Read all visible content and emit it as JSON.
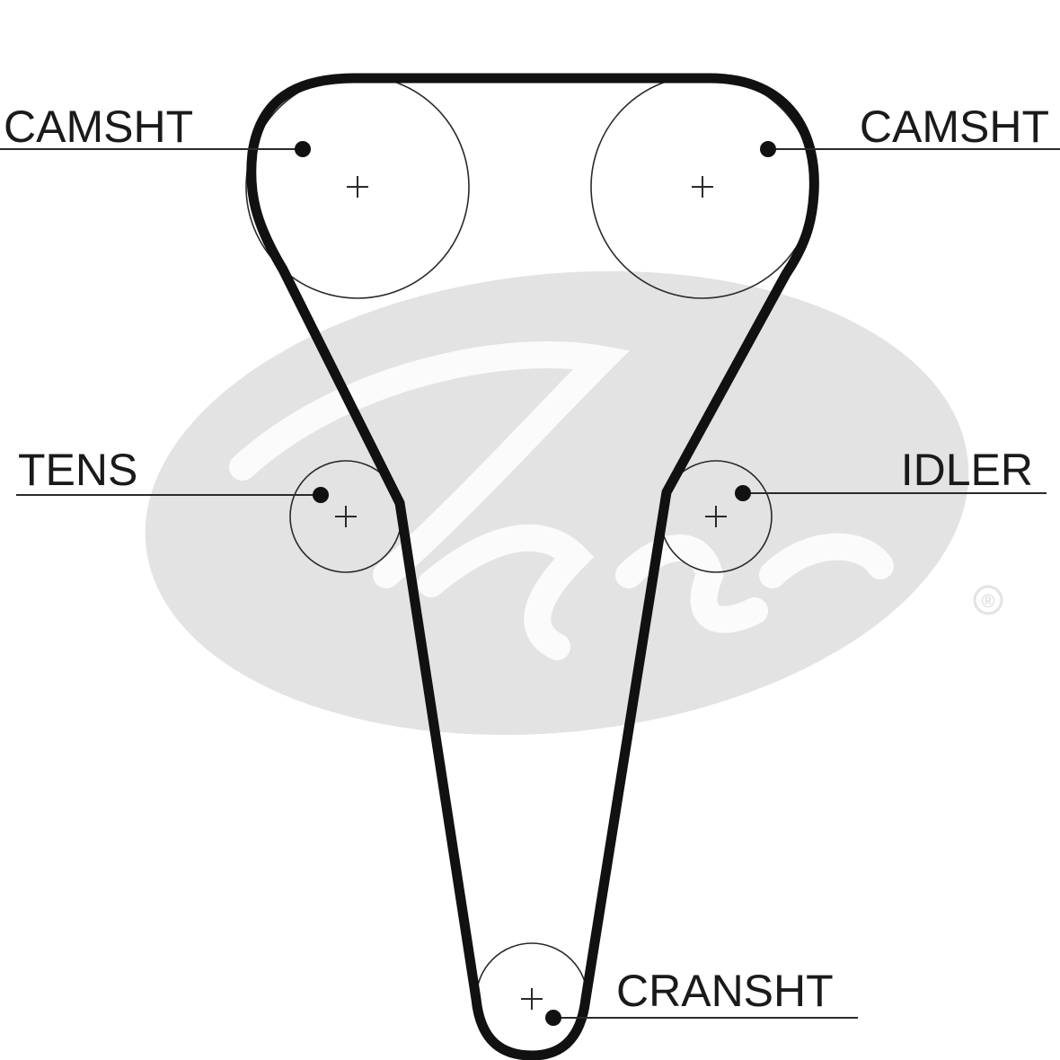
{
  "labels": {
    "camshaft_left": "CAMSHT",
    "camshaft_right": "CAMSHT",
    "tensioner": "TENS",
    "idler": "IDLER",
    "crankshaft": "CRANSHT"
  },
  "colors": {
    "belt": "#111111",
    "lines": "#2a2a2a",
    "watermark": "#e3e3e3",
    "background": "#ffffff"
  },
  "watermark": {
    "registered_mark": "®"
  }
}
